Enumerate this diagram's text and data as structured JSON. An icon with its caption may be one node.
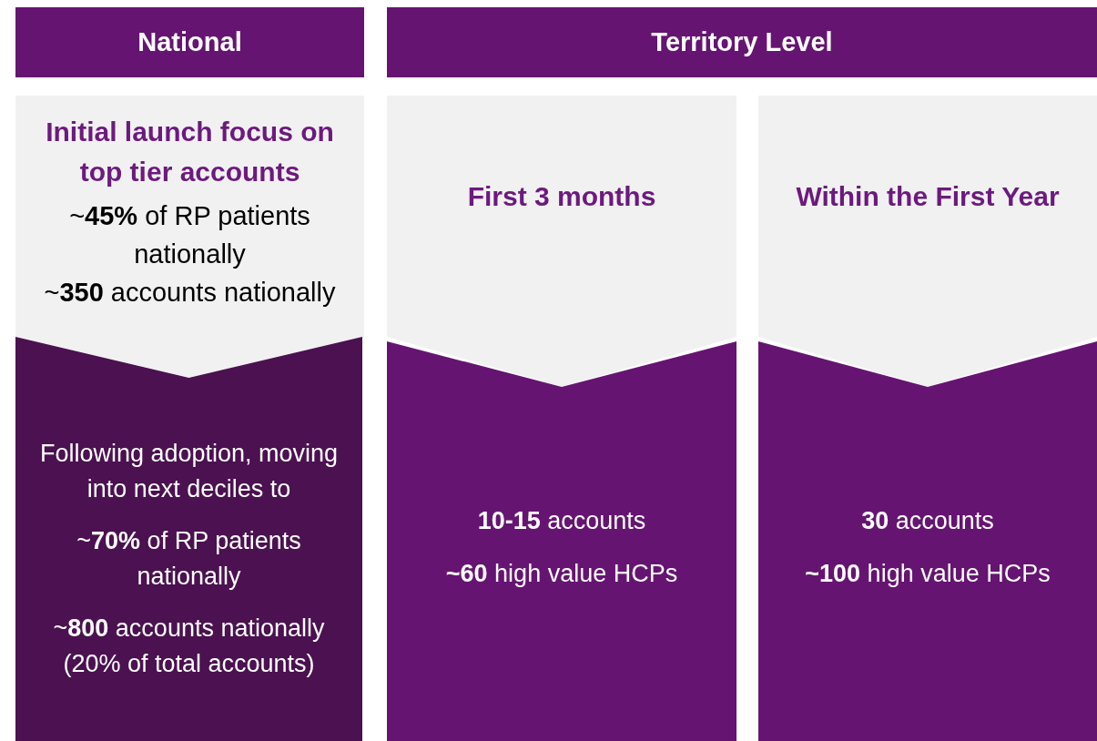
{
  "diagram": {
    "nodes": [
      {
        "text": [
          "National"
        ]
      },
      {
        "text": [
          "Territory Level"
        ]
      },
      {
        "text": [
          "Initial launch focus on top tier accounts",
          "~**45%** of RP patients nationally",
          "~**350** accounts nationally"
        ]
      },
      {
        "text": [
          "Following adoption, moving into next deciles to",
          "~**70%** of RP patients nationally",
          "~**800** accounts nationally (20% of total accounts)"
        ]
      },
      {
        "text": [
          "First 3 months"
        ]
      },
      {
        "text": [
          "**10-15** accounts",
          "**~60** high value HCPs"
        ]
      },
      {
        "text": [
          "Within the First Year"
        ]
      },
      {
        "text": [
          "**30** accounts",
          "**~100** high value HCPs"
        ]
      }
    ]
  }
}
